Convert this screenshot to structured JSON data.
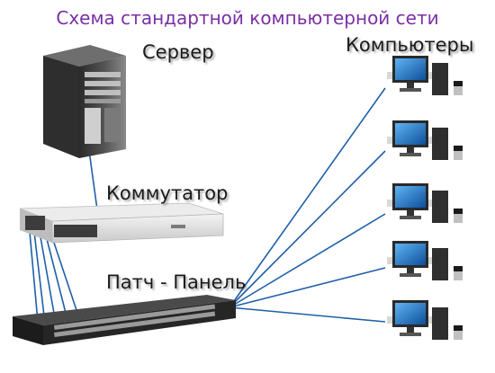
{
  "diagram": {
    "title": "Схема стандартной компьютерной сети",
    "labels": {
      "server": "Сервер",
      "computers": "Компьютеры",
      "switch": "Коммутатор",
      "patch_panel": "Патч - Панель"
    },
    "nodes": [
      "server",
      "switch",
      "patch-panel",
      "computer-1",
      "computer-2",
      "computer-3",
      "computer-4",
      "computer-5"
    ],
    "edges": [
      [
        "server",
        "switch"
      ],
      [
        "switch",
        "patch-panel"
      ],
      [
        "patch-panel",
        "computer-1"
      ],
      [
        "patch-panel",
        "computer-2"
      ],
      [
        "patch-panel",
        "computer-3"
      ],
      [
        "patch-panel",
        "computer-4"
      ],
      [
        "patch-panel",
        "computer-5"
      ]
    ]
  },
  "colors": {
    "title": "#7a2fa6",
    "cable": "#1f5fa8",
    "monitor_screen": "#1e73c8",
    "device_body": "#d9d9d9",
    "server_body": "#3a3a3a"
  }
}
